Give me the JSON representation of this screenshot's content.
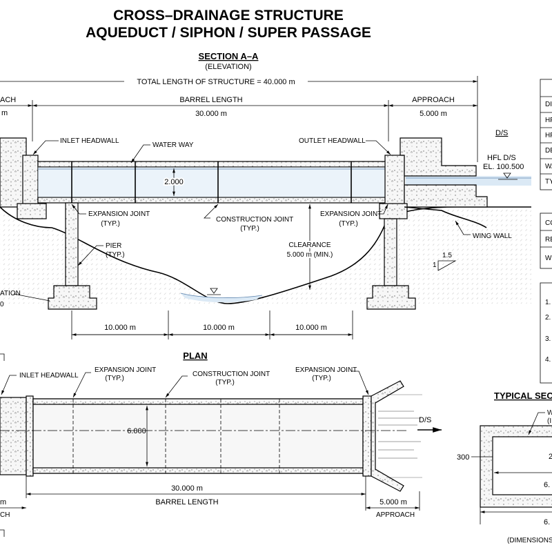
{
  "title": {
    "line1": "CROSS–DRAINAGE STRUCTURE",
    "line2": "AQUEDUCT / SIPHON / SUPER PASSAGE"
  },
  "section": {
    "heading": "SECTION A–A",
    "subheading": "(ELEVATION)",
    "total_length": "TOTAL LENGTH OF STRUCTURE = 40.000 m",
    "approach_left": "ACH",
    "approach_left_value": "m",
    "barrel_length_label": "BARREL LENGTH",
    "barrel_length_value": "30.000 m",
    "approach_right": "APPROACH",
    "approach_right_value": "5.000 m",
    "ds_label": "D/S",
    "hfl_ds": "HFL D/S",
    "hfl_el": "EL. 100.500",
    "inlet_headwall": "INLET HEADWALL",
    "water_way": "WATER WAY",
    "outlet_headwall": "OUTLET HEADWALL",
    "depth": "2.000",
    "expansion_joint_left": "EXPANSION JOINT",
    "expansion_joint_left_typ": "(TYP.)",
    "construction_joint": "CONSTRUCTION JOINT",
    "construction_joint_typ": "(TYP.)",
    "expansion_joint_right": "EXPANSION JOINT",
    "expansion_joint_right_typ": "(TYP.)",
    "wing_wall": "WING WALL",
    "pier": "PIER",
    "pier_typ": "(TYP.)",
    "clearance": "CLEARANCE",
    "clearance_value": "5.000 m (MIN.)",
    "slope_v": "1",
    "slope_h": "1.5",
    "foundation_partial": "ATION",
    "foundation_partial2": "0",
    "span1": "10.000 m",
    "span2": "10.000 m",
    "span3": "10.000 m"
  },
  "plan": {
    "heading": "PLAN",
    "inlet_headwall": "INLET HEADWALL",
    "expansion_joint_left": "EXPANSION JOINT",
    "expansion_joint_left_typ": "(TYP.)",
    "construction_joint": "CONSTRUCTION JOINT",
    "construction_joint_typ": "(TYP.)",
    "expansion_joint_right": "EXPANSION JOINT",
    "expansion_joint_right_typ": "(TYP.)",
    "width": "6.000",
    "ds_label": "D/S",
    "barrel_length_value": "30.000 m",
    "barrel_length_label": "BARREL LENGTH",
    "approach_value": "5.000 m",
    "approach_label": "APPROACH",
    "left_partial1": "m",
    "left_partial2": "CH"
  },
  "typical_section": {
    "heading": "TYPICAL SECT",
    "label_w": "W",
    "label_i": "(I",
    "dim_300": "300",
    "dim_2": "2",
    "dim_6a": "6.",
    "dim_6b": "6."
  },
  "data_table": {
    "rows_top": [
      "DI",
      "HF",
      "HF",
      "DE",
      "WA",
      "TY"
    ],
    "rows_mid": [
      "CO",
      "RE",
      "W"
    ]
  },
  "notes": {
    "items": [
      "1.",
      "2.",
      "3.",
      "4."
    ]
  },
  "footer": {
    "dimensions_note": "(DIMENSIONS"
  }
}
